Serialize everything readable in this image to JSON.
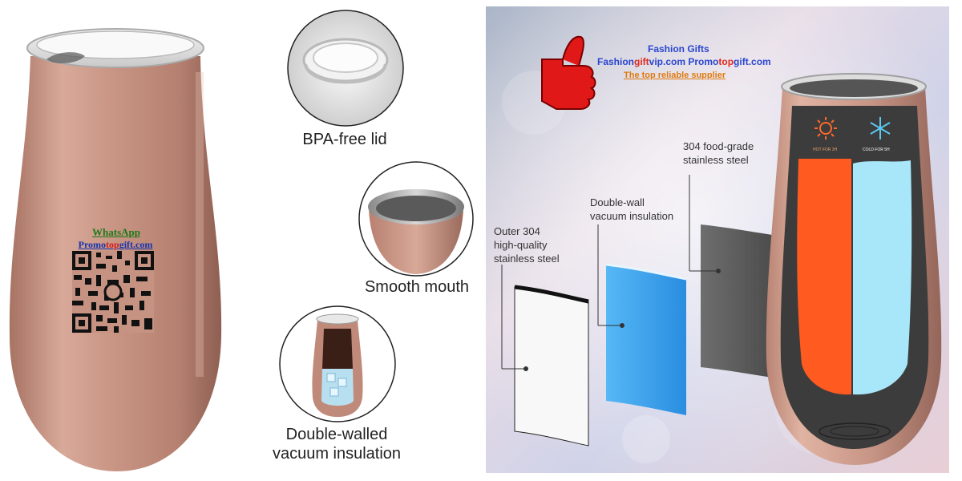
{
  "left": {
    "whatsapp_label": "WhatsApp",
    "url_part1": "Promo",
    "url_part2": "top",
    "url_part3": "gift.com"
  },
  "features": [
    {
      "label": "BPA-free lid"
    },
    {
      "label": "Smooth mouth"
    },
    {
      "label": "Double-walled",
      "label2": "vacuum insulation"
    }
  ],
  "brand": {
    "line1": "Fashion Gifts",
    "line2_a": "Fashion",
    "line2_b": "gift",
    "line2_c": "vip.com",
    "line2_d": " Promo",
    "line2_e": "top",
    "line2_f": "gift.com",
    "line3": "The top reliable supplier"
  },
  "layers": {
    "outer": [
      "Outer 304",
      "high-quality",
      "stainless steel"
    ],
    "double_wall": [
      "Double-wall",
      "vacuum insulation"
    ],
    "food_grade": [
      "304 food-grade",
      "stainless steel"
    ]
  },
  "temperature": {
    "hot": "HOT FOR 3H",
    "cold": "COLD FOR 5H"
  },
  "colors": {
    "rose_gold": "#c99484",
    "hot": "#ff5a1f",
    "cold": "#a8e6fa",
    "insulation_blue": "#3ba8f0"
  }
}
